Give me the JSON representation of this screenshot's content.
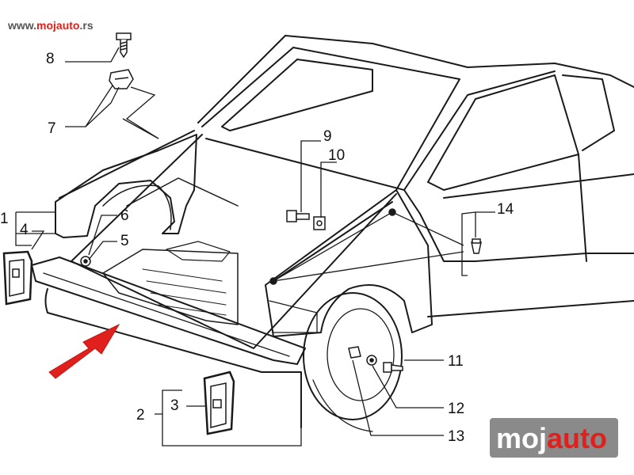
{
  "header": {
    "url_prefix": "www.",
    "url_brand": "mojauto",
    "url_suffix": ".rs"
  },
  "logo": {
    "part_a": "moj",
    "part_b": "auto"
  },
  "callouts": {
    "c1": "1",
    "c2": "2",
    "c3": "3",
    "c4": "4",
    "c5": "5",
    "c6": "6",
    "c7": "7",
    "c8": "8",
    "c9": "9",
    "c10": "10",
    "c11": "11",
    "c12": "12",
    "c13": "13",
    "c14": "14"
  },
  "colors": {
    "line": "#1a1a1a",
    "arrow": "#e0201c",
    "url_gray": "#555555",
    "url_red": "#e0201c",
    "logo_bg": "#8a8a8a",
    "logo_red": "#e0201c"
  }
}
